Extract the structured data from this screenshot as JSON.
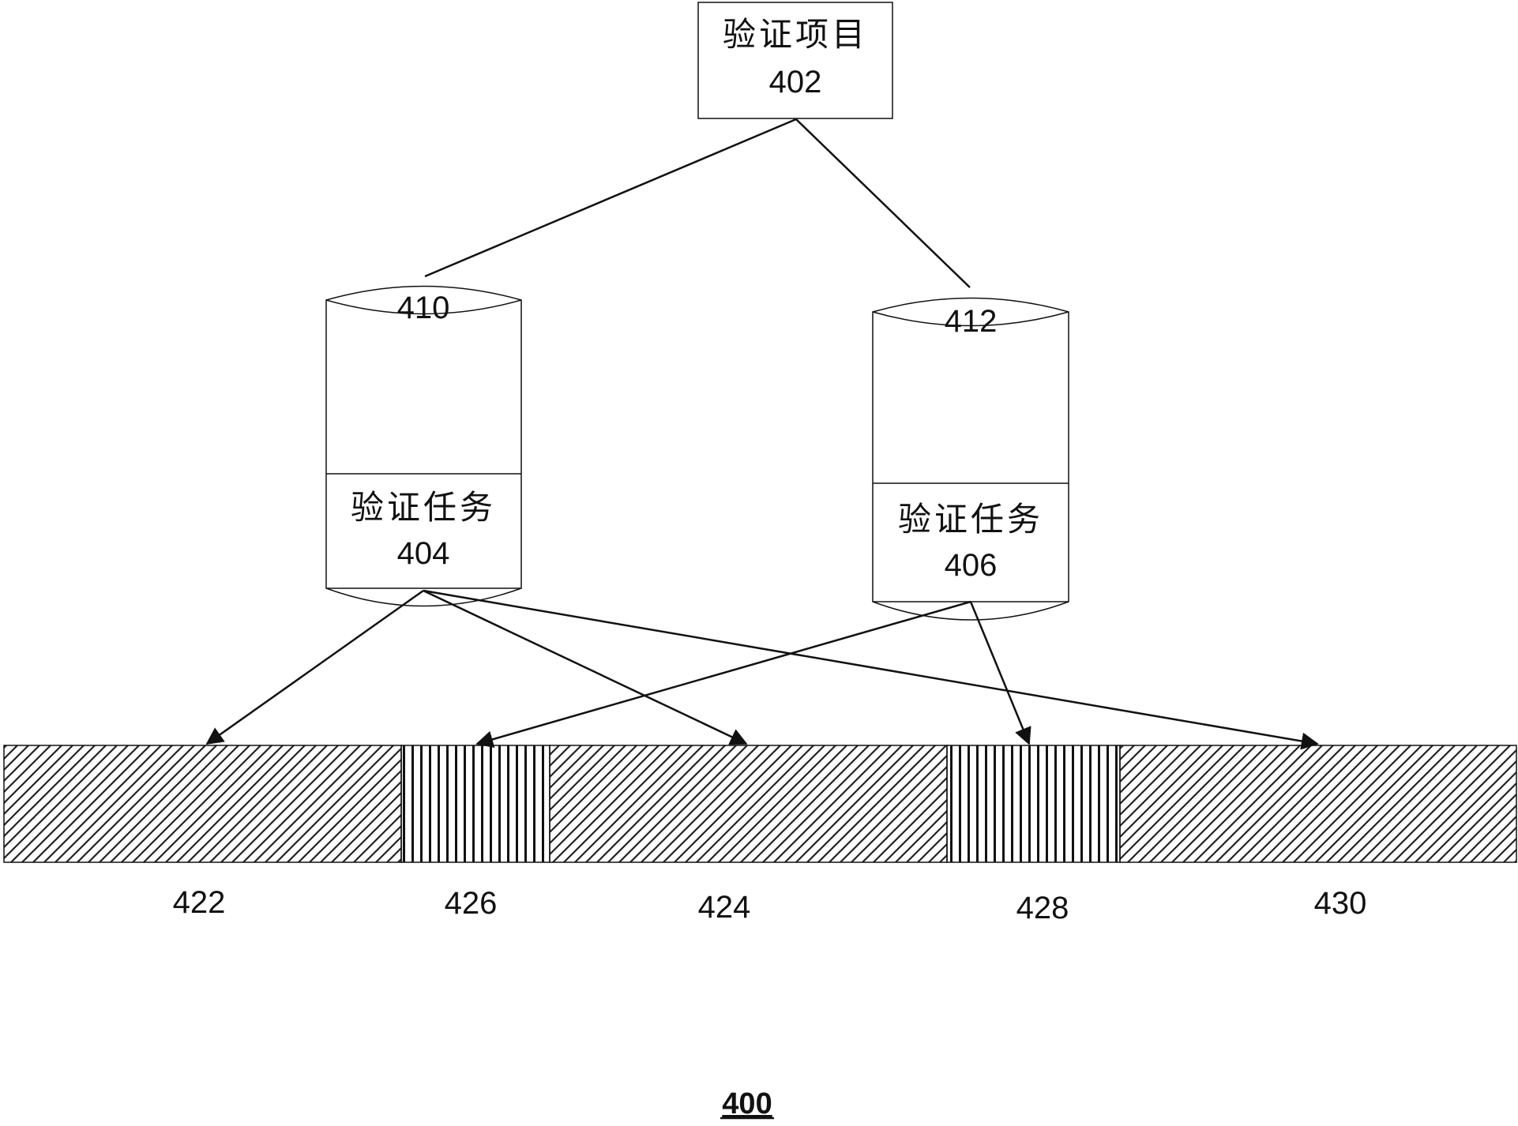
{
  "project": {
    "title": "验证项目",
    "id": "402"
  },
  "cylinder_left": {
    "top_label": "410",
    "task_title": "验证任务",
    "task_id": "404"
  },
  "cylinder_right": {
    "top_label": "412",
    "task_title": "验证任务",
    "task_id": "406"
  },
  "segments": [
    {
      "id": "422",
      "pattern": "diagonal"
    },
    {
      "id": "426",
      "pattern": "vertical"
    },
    {
      "id": "424",
      "pattern": "diagonal"
    },
    {
      "id": "428",
      "pattern": "vertical"
    },
    {
      "id": "430",
      "pattern": "diagonal"
    }
  ],
  "figure_label": "400",
  "colors": {
    "line": "#111111",
    "background": "#ffffff"
  }
}
